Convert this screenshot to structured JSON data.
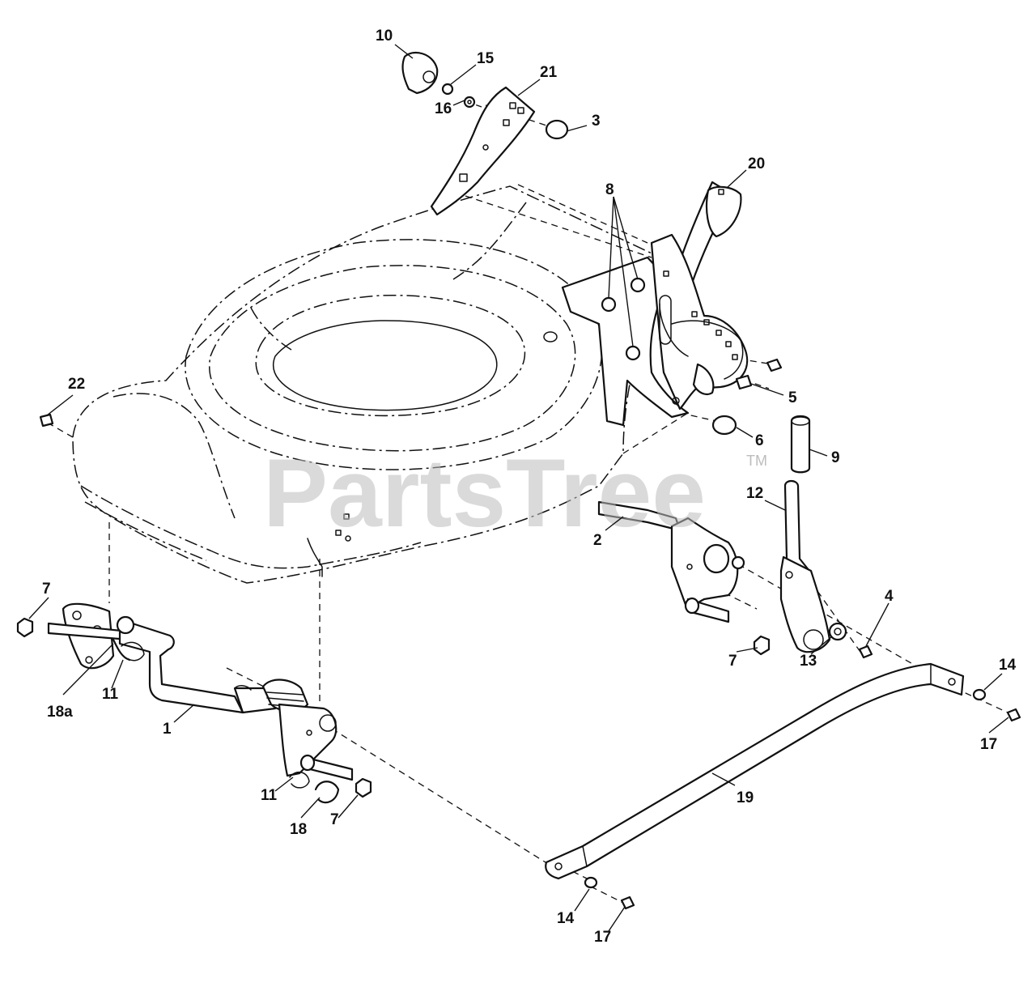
{
  "watermark": {
    "text": "PartsTree",
    "tm": "TM"
  },
  "callouts": {
    "c10": "10",
    "c15": "15",
    "c21": "21",
    "c16": "16",
    "c3": "3",
    "c20": "20",
    "c8": "8",
    "c5": "5",
    "c6": "6",
    "c9": "9",
    "c22": "22",
    "c12": "12",
    "c2": "2",
    "c4": "4",
    "c7a": "7",
    "c7b": "7",
    "c7c": "7",
    "c13": "13",
    "c14a": "14",
    "c14b": "14",
    "c17a": "17",
    "c17b": "17",
    "c18a": "18a",
    "c11a": "11",
    "c11b": "11",
    "c1": "1",
    "c18": "18",
    "c19": "19"
  }
}
